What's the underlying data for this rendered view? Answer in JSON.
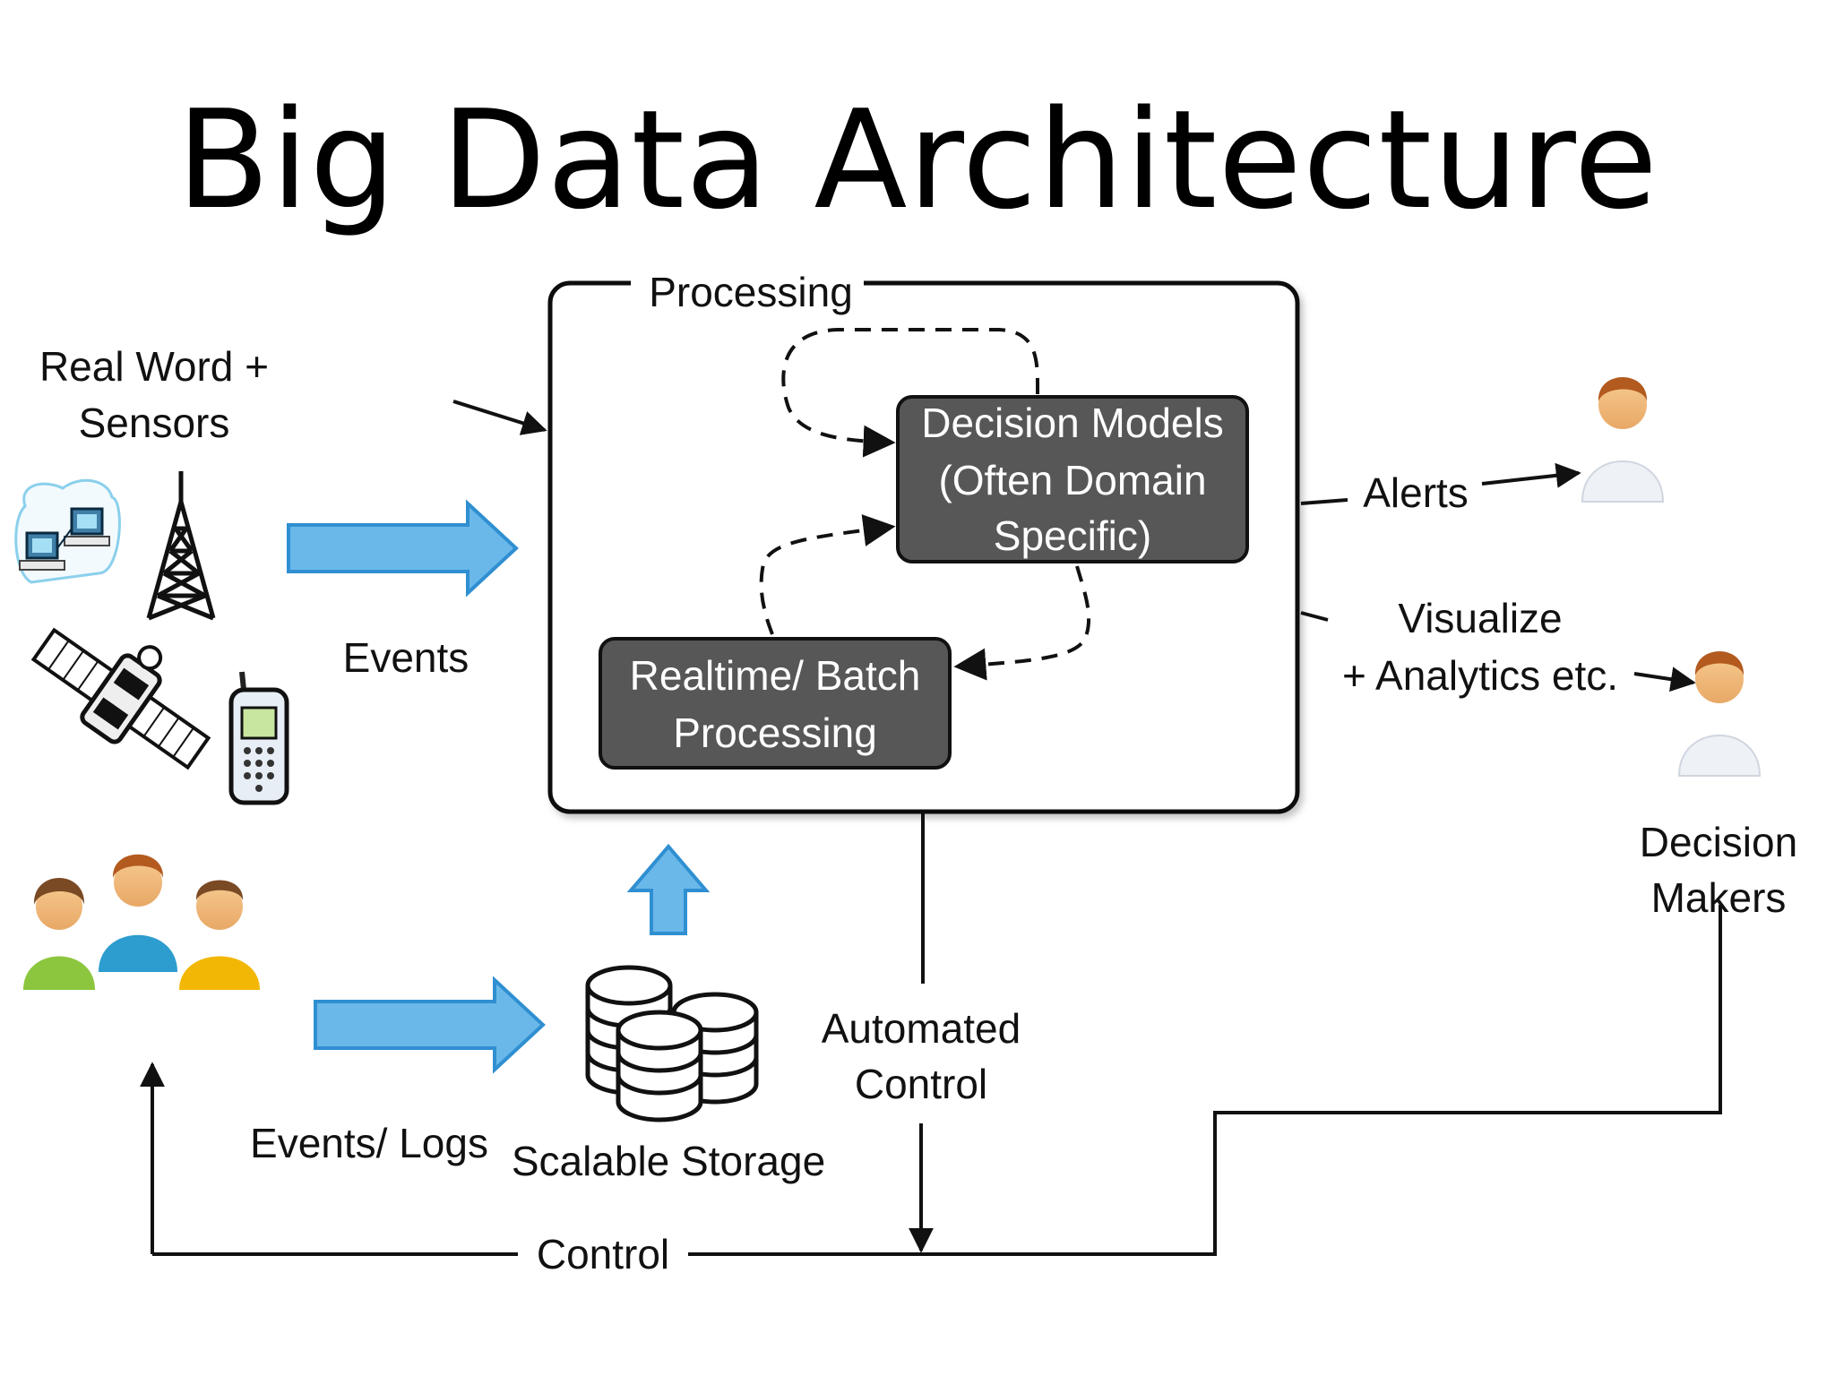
{
  "title": "Big Data Architecture",
  "labels": {
    "processing": "Processing",
    "sources": [
      "Real Word +",
      "Sensors"
    ],
    "events": "Events",
    "decision_models": [
      "Decision Models",
      "(Often Domain",
      "Specific)"
    ],
    "realtime": [
      "Realtime/ Batch",
      "Processing"
    ],
    "alerts": "Alerts",
    "visualize": [
      "Visualize",
      "+ Analytics etc."
    ],
    "decision_makers": [
      "Decision",
      "Makers"
    ],
    "automated_control": [
      "Automated",
      "Control"
    ],
    "events_logs": "Events/ Logs",
    "scalable_storage": "Scalable Storage",
    "control": "Control"
  },
  "colors": {
    "arrow_fill": "#6ab8ea",
    "arrow_stroke": "#2f8fd1",
    "dark_box": "#575757",
    "line": "#111111"
  },
  "icons": [
    "network-computers-icon",
    "radio-tower-icon",
    "satellite-icon",
    "mobile-phone-icon",
    "people-group-icon",
    "database-stack-icon",
    "person-icon"
  ]
}
